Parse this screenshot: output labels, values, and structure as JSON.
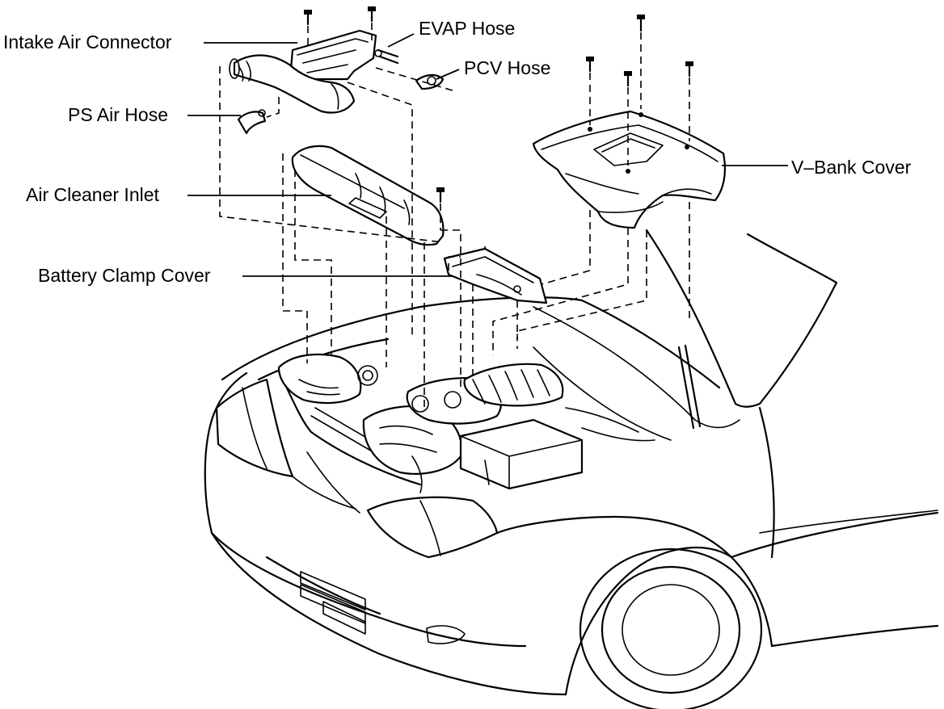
{
  "labels": {
    "intake_air_connector": "Intake Air Connector",
    "evap_hose": "EVAP Hose",
    "pcv_hose": "PCV Hose",
    "ps_air_hose": "PS Air Hose",
    "air_cleaner_inlet": "Air Cleaner Inlet",
    "battery_clamp_cover": "Battery Clamp Cover",
    "v_bank_cover": "V–Bank Cover"
  },
  "colors": {
    "ink": "#000000",
    "background": "#ffffff"
  }
}
